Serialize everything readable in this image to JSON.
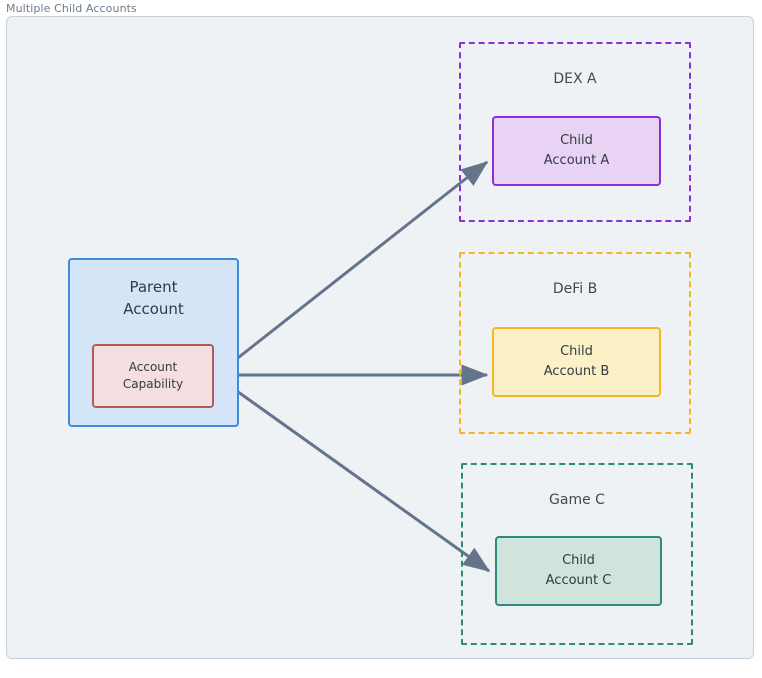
{
  "diagram": {
    "title": "Multiple Child Accounts",
    "type": "flowchart",
    "background_color": "#eef2f5",
    "frame_border_color": "#c6d0da",
    "edge_color": "#64748b"
  },
  "nodes": {
    "parent": {
      "label_line1": "Parent",
      "label_line2": "Account",
      "fill": "#d4e5f7",
      "stroke": "#3d8bdd"
    },
    "capability": {
      "label_line1": "Account",
      "label_line2": "Capability",
      "fill": "#f4dedf",
      "stroke": "#b05b5b"
    }
  },
  "clusters": [
    {
      "id": "dex-a",
      "title": "DEX A",
      "stroke": "#8b2fd6",
      "child": {
        "label_line1": "Child",
        "label_line2": "Account A",
        "fill": "#e8d3f5",
        "stroke": "#8b2fd6"
      }
    },
    {
      "id": "defi-b",
      "title": "DeFi B",
      "stroke": "#f5b525",
      "child": {
        "label_line1": "Child",
        "label_line2": "Account B",
        "fill": "#fcf0c6",
        "stroke": "#f5b525"
      }
    },
    {
      "id": "game-c",
      "title": "Game C",
      "stroke": "#2e8b79",
      "child": {
        "label_line1": "Child",
        "label_line2": "Account C",
        "fill": "#cfe4db",
        "stroke": "#2e8b79"
      }
    }
  ],
  "edges": [
    {
      "id": "capability-to-child-a",
      "from": "capability",
      "to": "child-account-a",
      "label": ""
    },
    {
      "id": "capability-to-child-b",
      "from": "capability",
      "to": "child-account-b",
      "label": ""
    },
    {
      "id": "capability-to-child-c",
      "from": "capability",
      "to": "child-account-c",
      "label": ""
    }
  ]
}
